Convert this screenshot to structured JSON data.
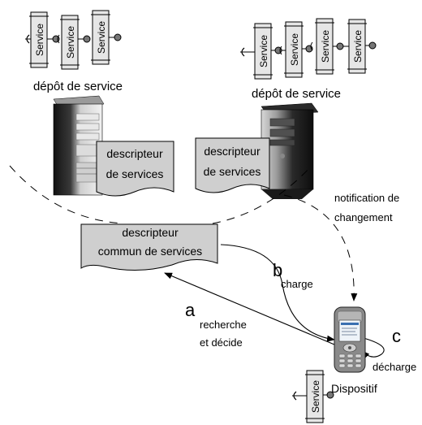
{
  "service_label": "Service",
  "repository_left": {
    "label": "dépôt de service"
  },
  "repository_right": {
    "label": "dépôt de service"
  },
  "descriptor_left": {
    "line1": "descripteur",
    "line2": "de services"
  },
  "descriptor_right": {
    "line1": "descripteur",
    "line2": "de services"
  },
  "common_descriptor": {
    "line1": "descripteur",
    "line2": "commun de services"
  },
  "notification": {
    "line1": "notification de",
    "line2": "changement"
  },
  "step_a": {
    "letter": "a",
    "line1": "recherche",
    "line2": "et décide"
  },
  "step_b": {
    "letter": "b",
    "text": "charge"
  },
  "step_c": {
    "letter": "c",
    "text": "décharge"
  },
  "device": {
    "label": "Dispositif"
  }
}
